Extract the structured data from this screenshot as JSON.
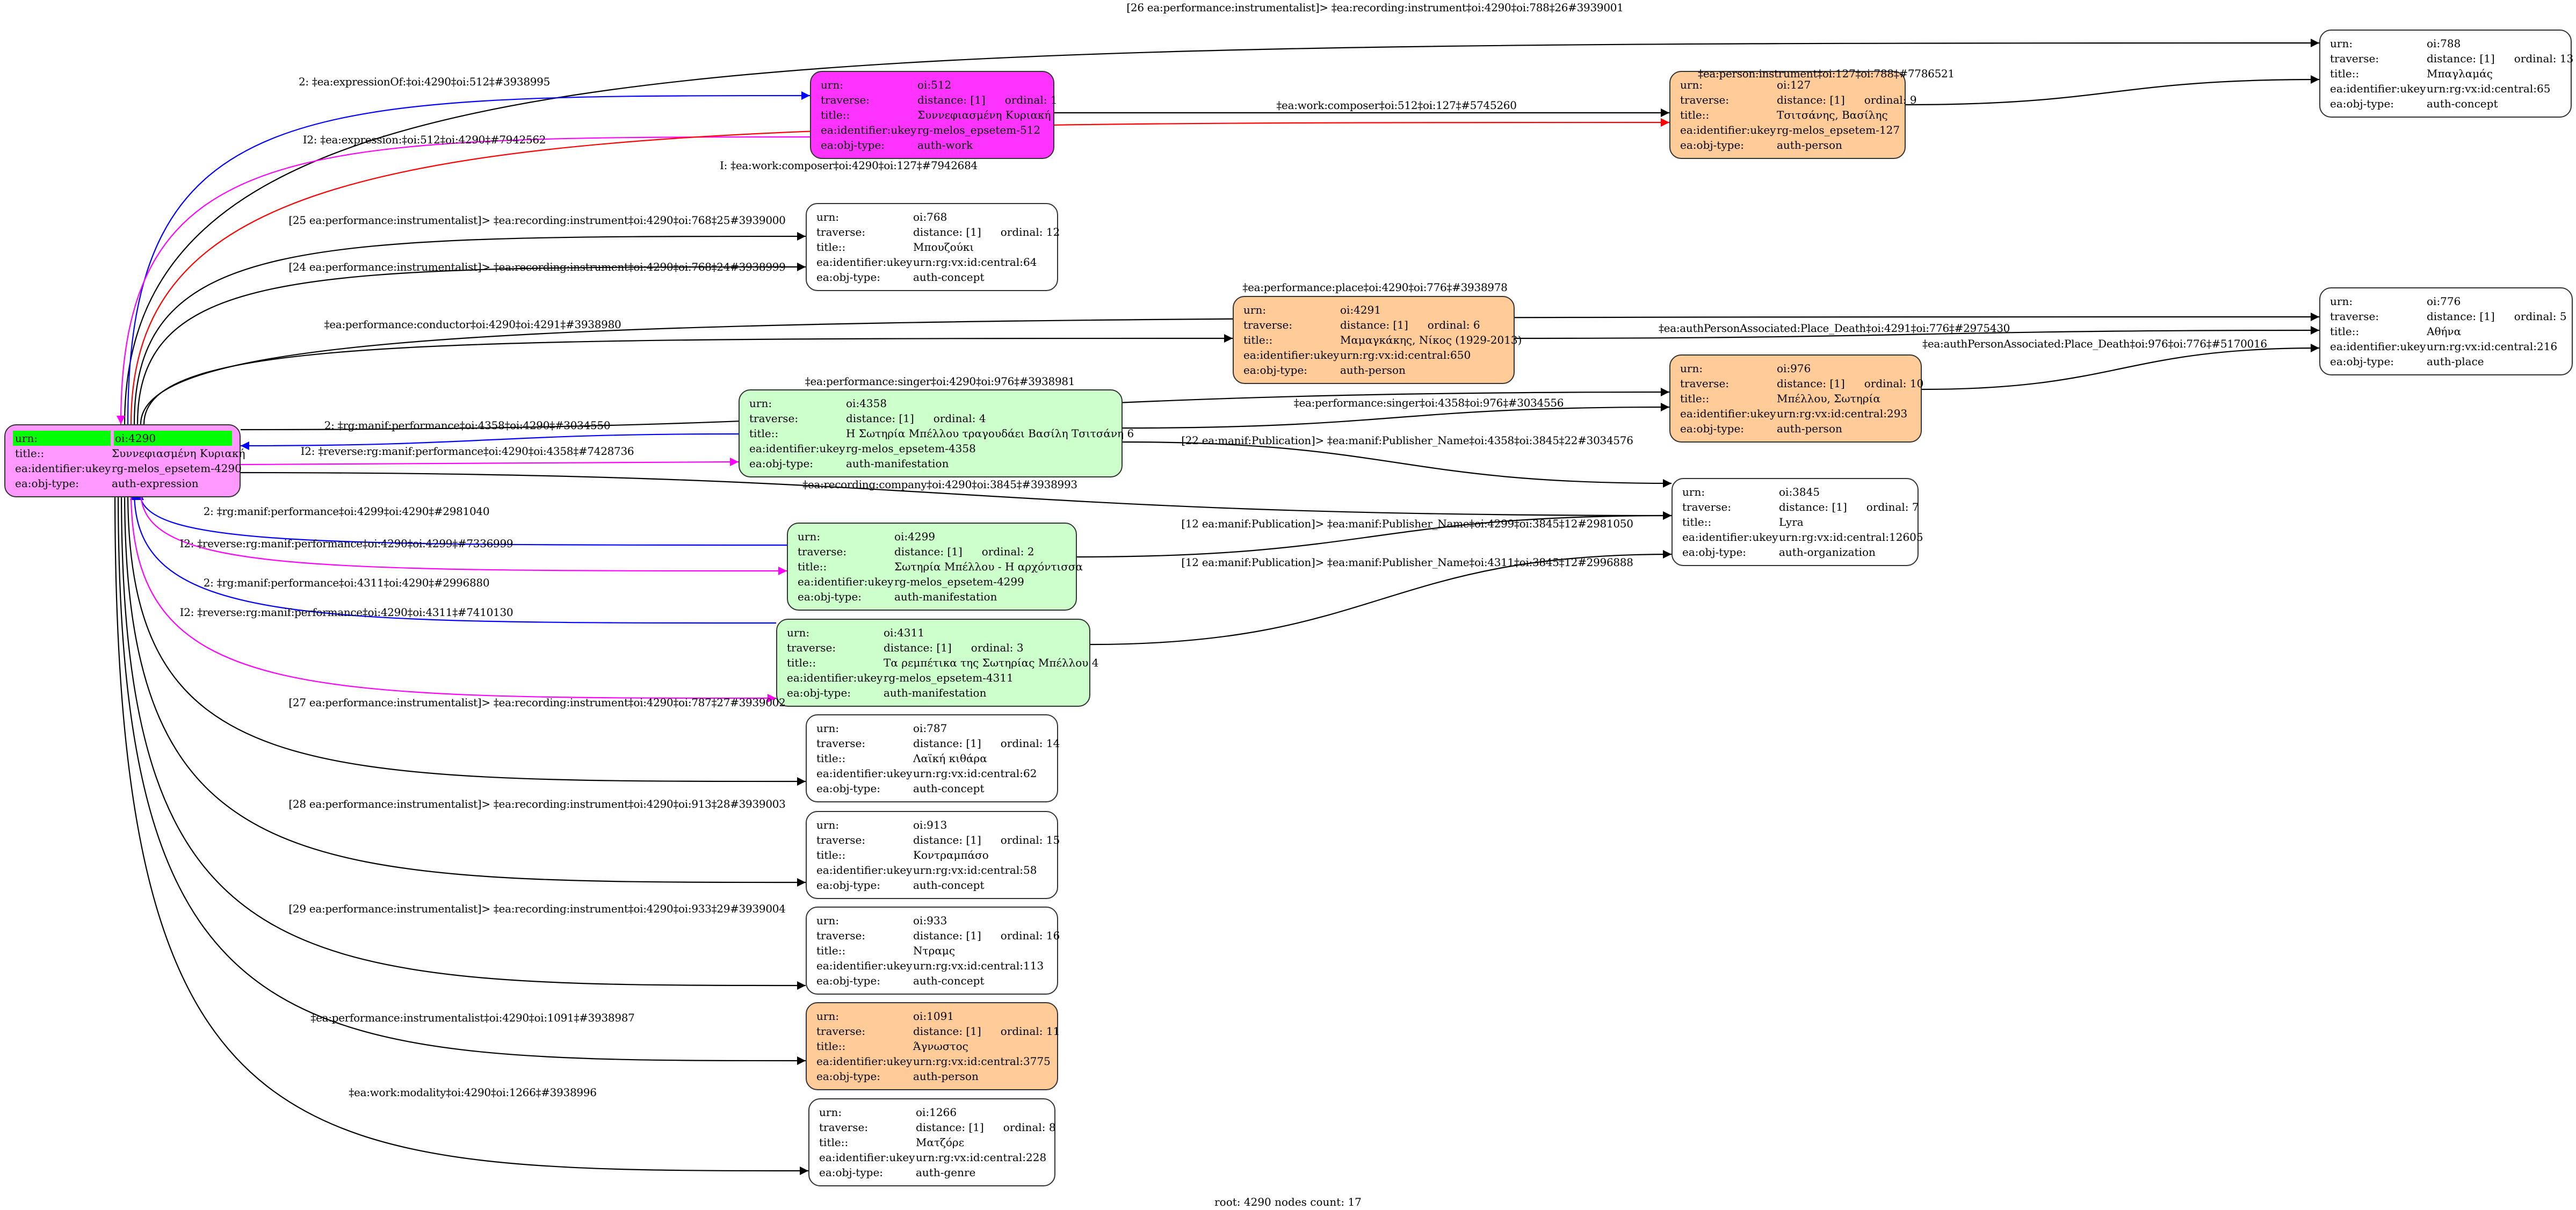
{
  "nodes": [
    {
      "id": "4290",
      "root": true,
      "fill": "#ff99ff",
      "rows": [
        [
          "urn:",
          "oi:4290"
        ],
        [
          "title::",
          "Συννεφιασμένη Κυριακή"
        ],
        [
          "ea:identifier:ukey",
          "rg-melos_epsetem-4290"
        ],
        [
          "ea:obj-type:",
          "auth-expression"
        ]
      ]
    },
    {
      "id": "512",
      "fill": "#ff33ff",
      "urn": "oi:512",
      "distance": "distance: [1]",
      "ordinal": "ordinal: 1",
      "title": "Συννεφιασμένη Κυριακή",
      "ukey": "rg-melos_epsetem-512",
      "type": "auth-work"
    },
    {
      "id": "127",
      "fill": "#ffcc99",
      "urn": "oi:127",
      "distance": "distance: [1]",
      "ordinal": "ordinal: 9",
      "title": "Τσιτσάνης, Βασίλης",
      "ukey": "rg-melos_epsetem-127",
      "type": "auth-person"
    },
    {
      "id": "788",
      "fill": "#ffffff",
      "urn": "oi:788",
      "distance": "distance: [1]",
      "ordinal": "ordinal: 13",
      "title": "Μπαγλαμάς",
      "ukey": "urn:rg:vx:id:central:65",
      "type": "auth-concept"
    },
    {
      "id": "768",
      "fill": "#ffffff",
      "urn": "oi:768",
      "distance": "distance: [1]",
      "ordinal": "ordinal: 12",
      "title": "Μπουζούκι",
      "ukey": "urn:rg:vx:id:central:64",
      "type": "auth-concept"
    },
    {
      "id": "4291",
      "fill": "#ffcc99",
      "urn": "oi:4291",
      "distance": "distance: [1]",
      "ordinal": "ordinal: 6",
      "title": "Μαμαγκάκης, Νίκος (1929-2013)",
      "ukey": "urn:rg:vx:id:central:650",
      "type": "auth-person"
    },
    {
      "id": "776",
      "fill": "#ffffff",
      "urn": "oi:776",
      "distance": "distance: [1]",
      "ordinal": "ordinal: 5",
      "title": "Αθήνα",
      "ukey": "urn:rg:vx:id:central:216",
      "type": "auth-place"
    },
    {
      "id": "976",
      "fill": "#ffcc99",
      "urn": "oi:976",
      "distance": "distance: [1]",
      "ordinal": "ordinal: 10",
      "title": "Μπέλλου, Σωτηρία",
      "ukey": "urn:rg:vx:id:central:293",
      "type": "auth-person"
    },
    {
      "id": "4358",
      "fill": "#ccffcc",
      "urn": "oi:4358",
      "distance": "distance: [1]",
      "ordinal": "ordinal: 4",
      "title": "Η Σωτηρία Μπέλλου τραγουδάει Βασίλη Τσιτσάνη 6",
      "ukey": "rg-melos_epsetem-4358",
      "type": "auth-manifestation"
    },
    {
      "id": "3845",
      "fill": "#ffffff",
      "urn": "oi:3845",
      "distance": "distance: [1]",
      "ordinal": "ordinal: 7",
      "title": "Lyra",
      "ukey": "urn:rg:vx:id:central:12605",
      "type": "auth-organization"
    },
    {
      "id": "4299",
      "fill": "#ccffcc",
      "urn": "oi:4299",
      "distance": "distance: [1]",
      "ordinal": "ordinal: 2",
      "title": "Σωτηρία Μπέλλου - Η αρχόντισσα",
      "ukey": "rg-melos_epsetem-4299",
      "type": "auth-manifestation"
    },
    {
      "id": "4311",
      "fill": "#ccffcc",
      "urn": "oi:4311",
      "distance": "distance: [1]",
      "ordinal": "ordinal: 3",
      "title": "Τα ρεμπέτικα της Σωτηρίας Μπέλλου 4",
      "ukey": "rg-melos_epsetem-4311",
      "type": "auth-manifestation"
    },
    {
      "id": "787",
      "fill": "#ffffff",
      "urn": "oi:787",
      "distance": "distance: [1]",
      "ordinal": "ordinal: 14",
      "title": "Λαϊκή κιθάρα",
      "ukey": "urn:rg:vx:id:central:62",
      "type": "auth-concept"
    },
    {
      "id": "913",
      "fill": "#ffffff",
      "urn": "oi:913",
      "distance": "distance: [1]",
      "ordinal": "ordinal: 15",
      "title": "Κοντραμπάσο",
      "ukey": "urn:rg:vx:id:central:58",
      "type": "auth-concept"
    },
    {
      "id": "933",
      "fill": "#ffffff",
      "urn": "oi:933",
      "distance": "distance: [1]",
      "ordinal": "ordinal: 16",
      "title": "Ντραμς",
      "ukey": "urn:rg:vx:id:central:113",
      "type": "auth-concept"
    },
    {
      "id": "1091",
      "fill": "#ffcc99",
      "urn": "oi:1091",
      "distance": "distance: [1]",
      "ordinal": "ordinal: 11",
      "title": "Άγνωστος",
      "ukey": "urn:rg:vx:id:central:3775",
      "type": "auth-person"
    },
    {
      "id": "1266",
      "fill": "#ffffff",
      "urn": "oi:1266",
      "distance": "distance: [1]",
      "ordinal": "ordinal: 8",
      "title": "Ματζόρε",
      "ukey": "urn:rg:vx:id:central:228",
      "type": "auth-genre"
    }
  ],
  "row_keys": {
    "urn": "urn:",
    "traverse": "traverse:",
    "title": "title::",
    "ukey": "ea:identifier:ukey",
    "type": "ea:obj-type:"
  },
  "edges": [
    {
      "label": "[26 ea:performance:instrumentalist]> ‡ea:recording:instrument‡oi:4290‡oi:788‡26#3939001",
      "color": "#000000"
    },
    {
      "label": "2: ‡ea:expressionOf:‡oi:4290‡oi:512‡#3938995",
      "color": "#0000ff"
    },
    {
      "label": "I2: ‡ea:expression:‡oi:512‡oi:4290‡#7942562",
      "color": "#ff00ff"
    },
    {
      "label": "‡ea:work:composer‡oi:512‡oi:127‡#5745260",
      "color": "#000000"
    },
    {
      "label": "I: ‡ea:work:composer‡oi:4290‡oi:127‡#7942684",
      "color": "#ff0000"
    },
    {
      "label": "‡ea:person:instrument‡oi:127‡oi:788‡#7786521",
      "color": "#000000"
    },
    {
      "label": "[25 ea:performance:instrumentalist]> ‡ea:recording:instrument‡oi:4290‡oi:768‡25#3939000",
      "color": "#000000"
    },
    {
      "label": "[24 ea:performance:instrumentalist]> ‡ea:recording:instrument‡oi:4290‡oi:768‡24#3938999",
      "color": "#000000"
    },
    {
      "label": "‡ea:performance:place‡oi:4290‡oi:776‡#3938978",
      "color": "#000000"
    },
    {
      "label": "‡ea:performance:conductor‡oi:4290‡oi:4291‡#3938980",
      "color": "#000000"
    },
    {
      "label": "‡ea:authPersonAssociated:Place_Death‡oi:4291‡oi:776‡#2975430",
      "color": "#000000"
    },
    {
      "label": "‡ea:performance:singer‡oi:4290‡oi:976‡#3938981",
      "color": "#000000"
    },
    {
      "label": "‡ea:authPersonAssociated:Place_Death‡oi:976‡oi:776‡#5170016",
      "color": "#000000"
    },
    {
      "label": "‡ea:performance:singer‡oi:4358‡oi:976‡#3034556",
      "color": "#000000"
    },
    {
      "label": "2: ‡rg:manif:performance‡oi:4358‡oi:4290‡#3034550",
      "color": "#0000ff"
    },
    {
      "label": "I2: ‡reverse:rg:manif:performance‡oi:4290‡oi:4358‡#7428736",
      "color": "#ff00ff"
    },
    {
      "label": "[22 ea:manif:Publication]> ‡ea:manif:Publisher_Name‡oi:4358‡oi:3845‡22#3034576",
      "color": "#000000"
    },
    {
      "label": "‡ea:recording:company‡oi:4290‡oi:3845‡#3938993",
      "color": "#000000"
    },
    {
      "label": "2: ‡rg:manif:performance‡oi:4299‡oi:4290‡#2981040",
      "color": "#0000ff"
    },
    {
      "label": "I2: ‡reverse:rg:manif:performance‡oi:4290‡oi:4299‡#7336999",
      "color": "#ff00ff"
    },
    {
      "label": "2: ‡rg:manif:performance‡oi:4311‡oi:4290‡#2996880",
      "color": "#0000ff"
    },
    {
      "label": "I2: ‡reverse:rg:manif:performance‡oi:4290‡oi:4311‡#7410130",
      "color": "#ff00ff"
    },
    {
      "label": "[12 ea:manif:Publication]> ‡ea:manif:Publisher_Name‡oi:4299‡oi:3845‡12#2981050",
      "color": "#000000"
    },
    {
      "label": "[12 ea:manif:Publication]> ‡ea:manif:Publisher_Name‡oi:4311‡oi:3845‡12#2996888",
      "color": "#000000"
    },
    {
      "label": "[27 ea:performance:instrumentalist]> ‡ea:recording:instrument‡oi:4290‡oi:787‡27#3939002",
      "color": "#000000"
    },
    {
      "label": "[28 ea:performance:instrumentalist]> ‡ea:recording:instrument‡oi:4290‡oi:913‡28#3939003",
      "color": "#000000"
    },
    {
      "label": "[29 ea:performance:instrumentalist]> ‡ea:recording:instrument‡oi:4290‡oi:933‡29#3939004",
      "color": "#000000"
    },
    {
      "label": "‡ea:performance:instrumentalist‡oi:4290‡oi:1091‡#3938987",
      "color": "#000000"
    },
    {
      "label": "‡ea:work:modality‡oi:4290‡oi:1266‡#3938996",
      "color": "#000000"
    }
  ],
  "footer": "root: 4290 nodes count: 17"
}
